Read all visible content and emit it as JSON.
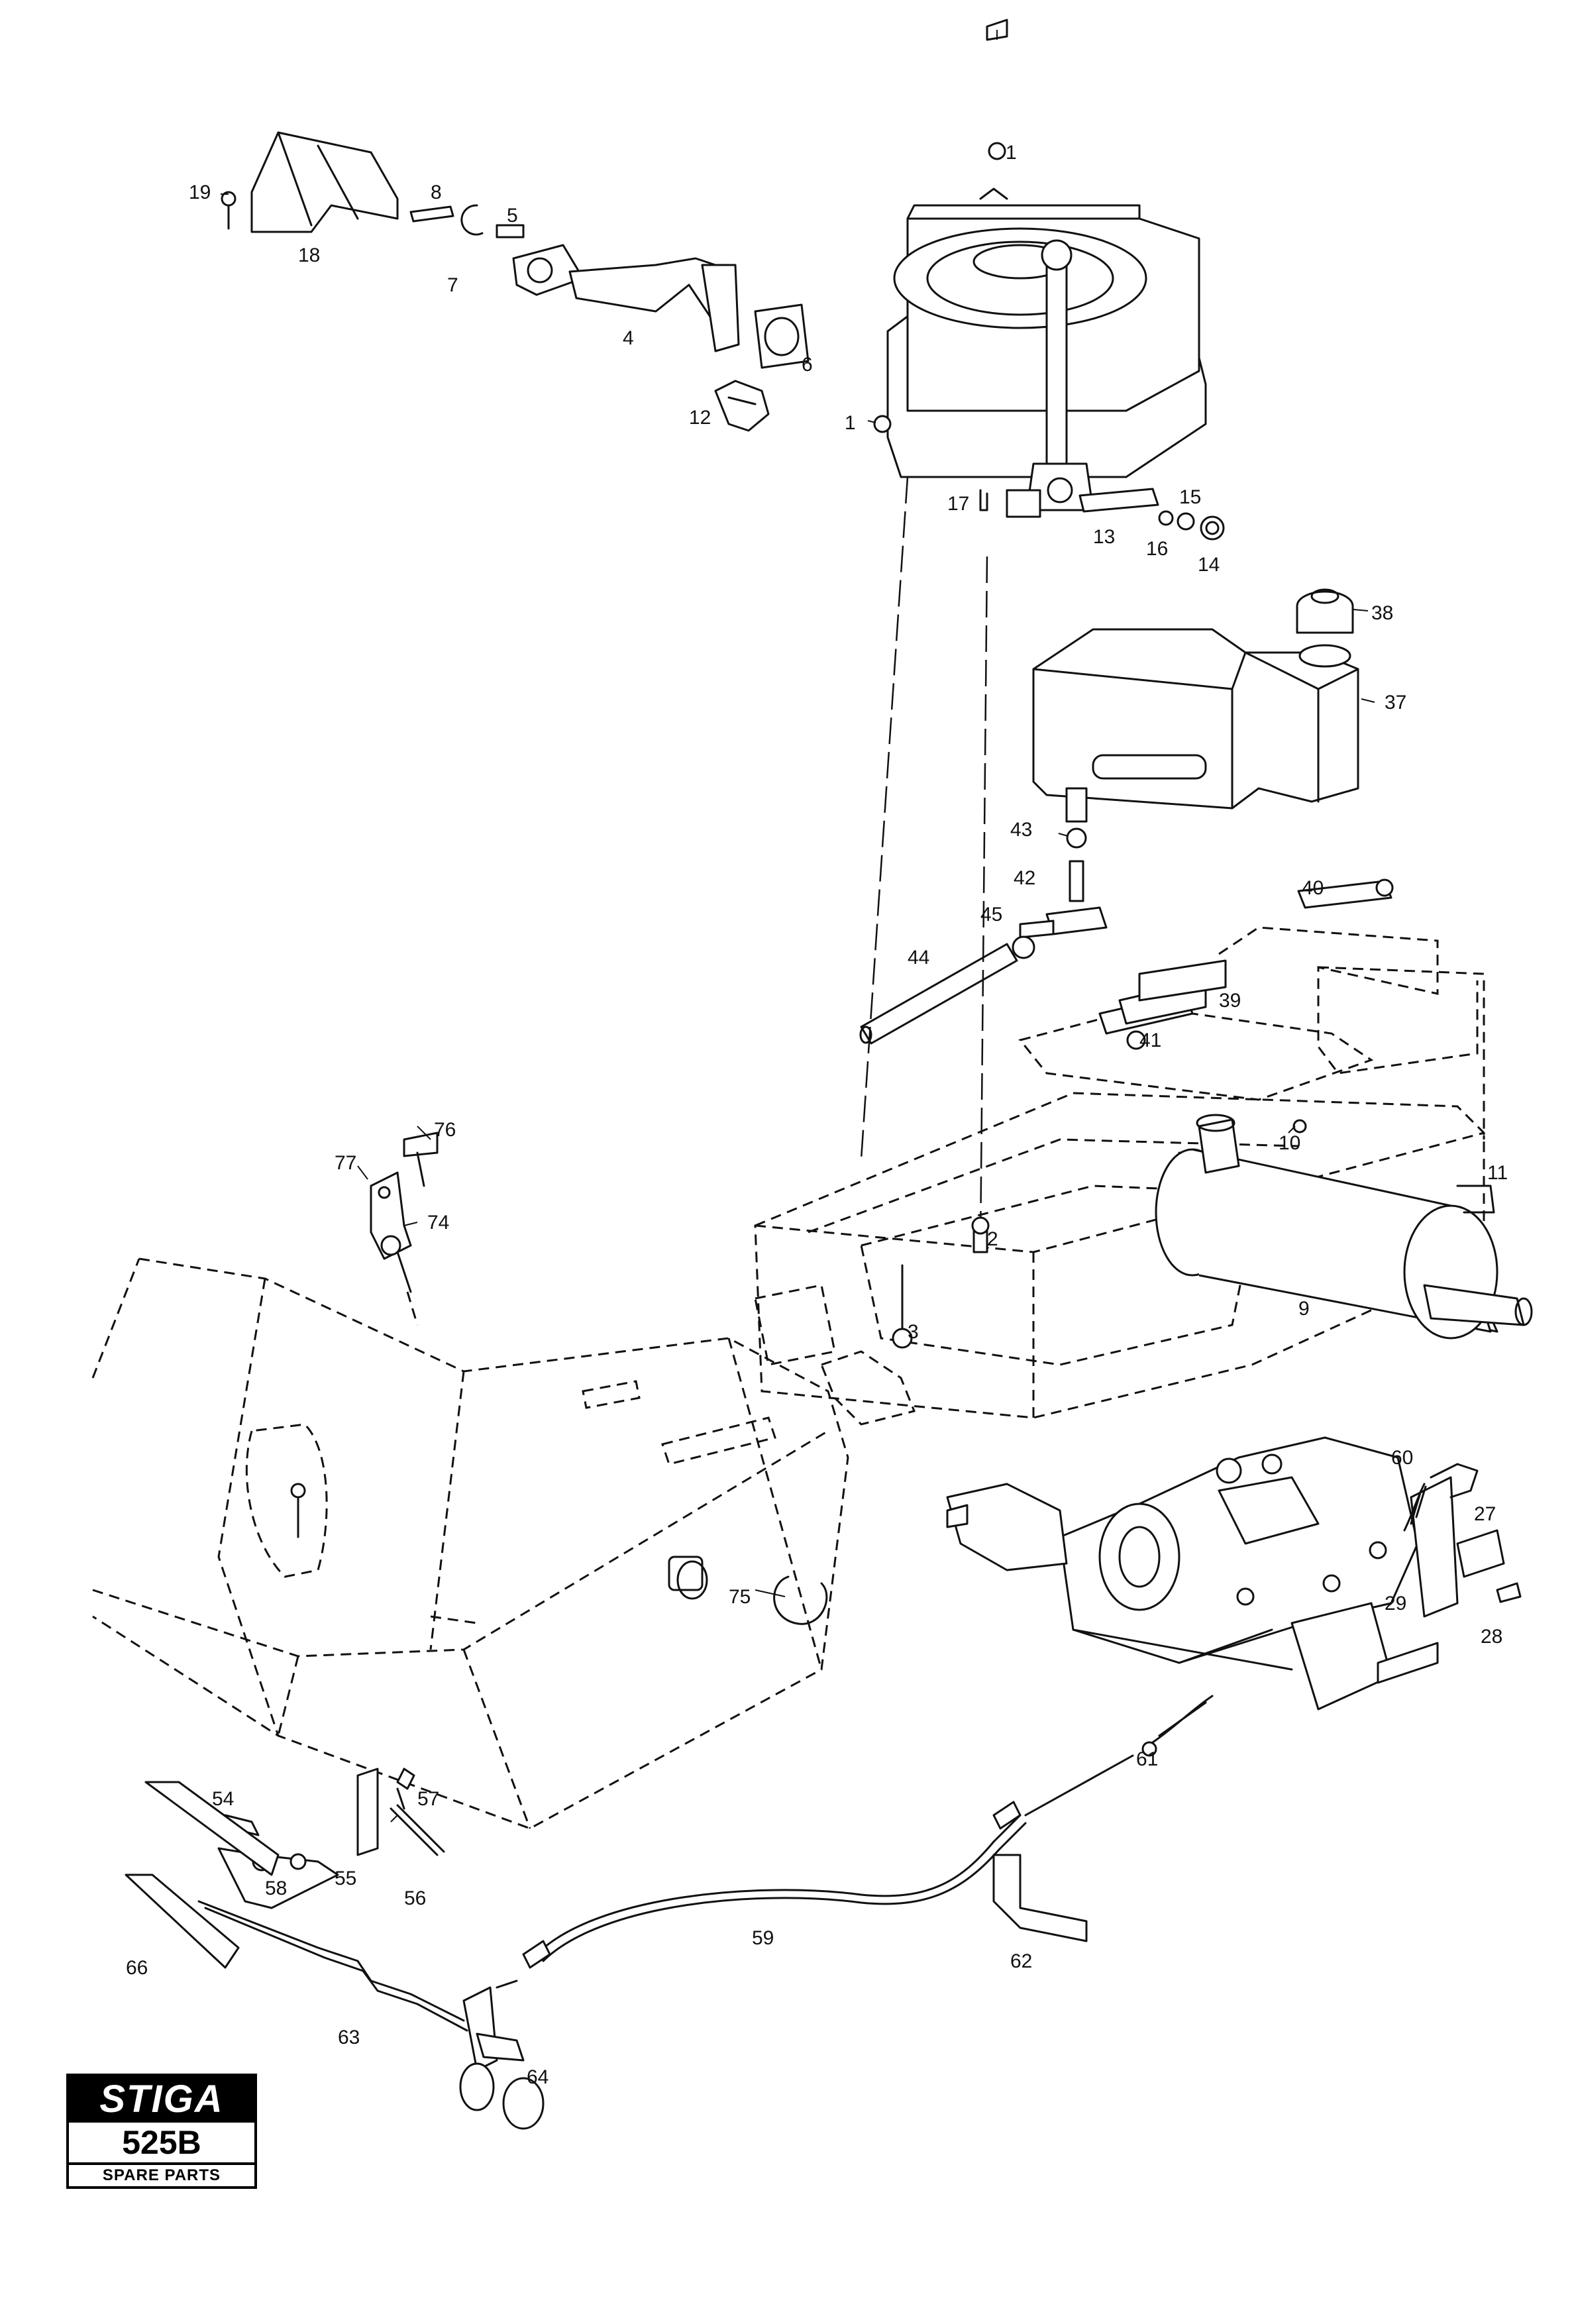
{
  "labels": {
    "l1a": "1",
    "l1b": "1",
    "l2": "2",
    "l3": "3",
    "l4": "4",
    "l5": "5",
    "l6": "6",
    "l7": "7",
    "l8": "8",
    "l9": "9",
    "l10": "10",
    "l11": "11",
    "l12": "12",
    "l13": "13",
    "l14": "14",
    "l15": "15",
    "l16": "16",
    "l17": "17",
    "l18": "18",
    "l19": "19",
    "l27": "27",
    "l28": "28",
    "l29": "29",
    "l37": "37",
    "l38": "38",
    "l39": "39",
    "l40": "40",
    "l41": "41",
    "l42": "42",
    "l43": "43",
    "l44": "44",
    "l45": "45",
    "l54": "54",
    "l55": "55",
    "l56": "56",
    "l57": "57",
    "l58": "58",
    "l59": "59",
    "l60": "60",
    "l61": "61",
    "l62": "62",
    "l63": "63",
    "l64": "64",
    "l66": "66",
    "l74": "74",
    "l75": "75",
    "l76": "76",
    "l77": "77"
  },
  "logo": {
    "brand": "STIGA",
    "model": "525B",
    "caption": "SPARE PARTS"
  }
}
